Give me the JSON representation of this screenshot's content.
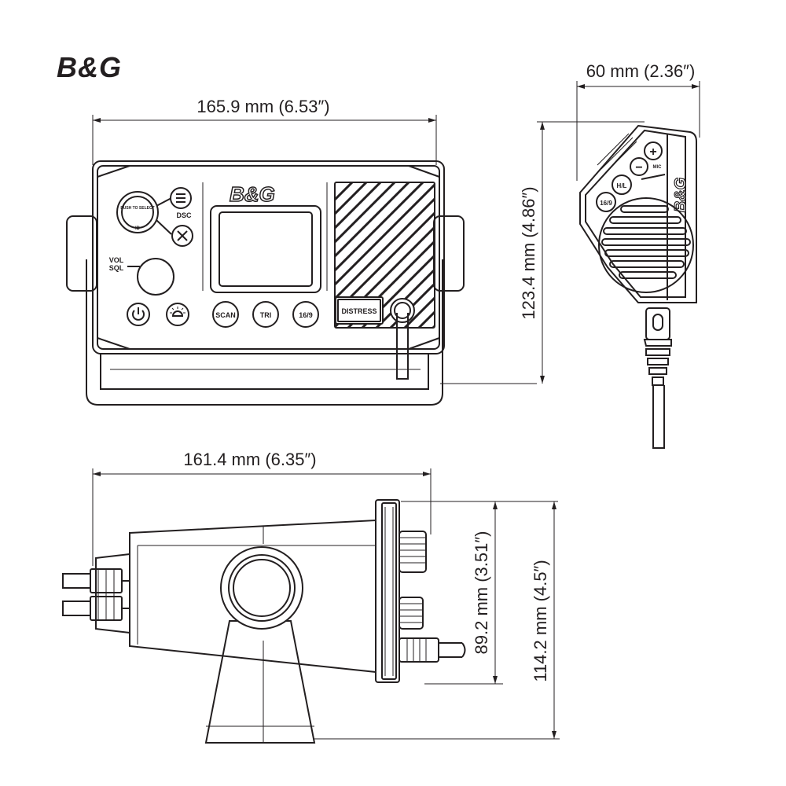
{
  "brand": {
    "logo": "B&G",
    "device_logo": "B&G",
    "handset_logo": "B&G"
  },
  "dimensions": {
    "front_width": "165.9 mm (6.53″)",
    "front_height": "123.4 mm (4.86″)",
    "handset_depth": "60 mm (2.36″)",
    "side_length": "161.4 mm (6.35″)",
    "side_face_height": "89.2 mm (3.51″)",
    "side_total_height": "114.2 mm (4.5″)"
  },
  "front_panel": {
    "knob_label_top": "PUSH TO SELECT",
    "knob_label_bottom": "ID",
    "dsc_label": "DSC",
    "vol_label": "VOL",
    "sql_label": "SQL",
    "scan_label": "SCAN",
    "tri_label": "TRI",
    "ch169_label": "16/9",
    "distress_label": "DISTRESS"
  },
  "handset": {
    "plus_label": "+",
    "minus_label": "−",
    "hl_label": "H/L",
    "ch169_label": "16/9",
    "mic_label": "MIC"
  },
  "colors": {
    "line": "#231f20",
    "background": "#ffffff"
  }
}
